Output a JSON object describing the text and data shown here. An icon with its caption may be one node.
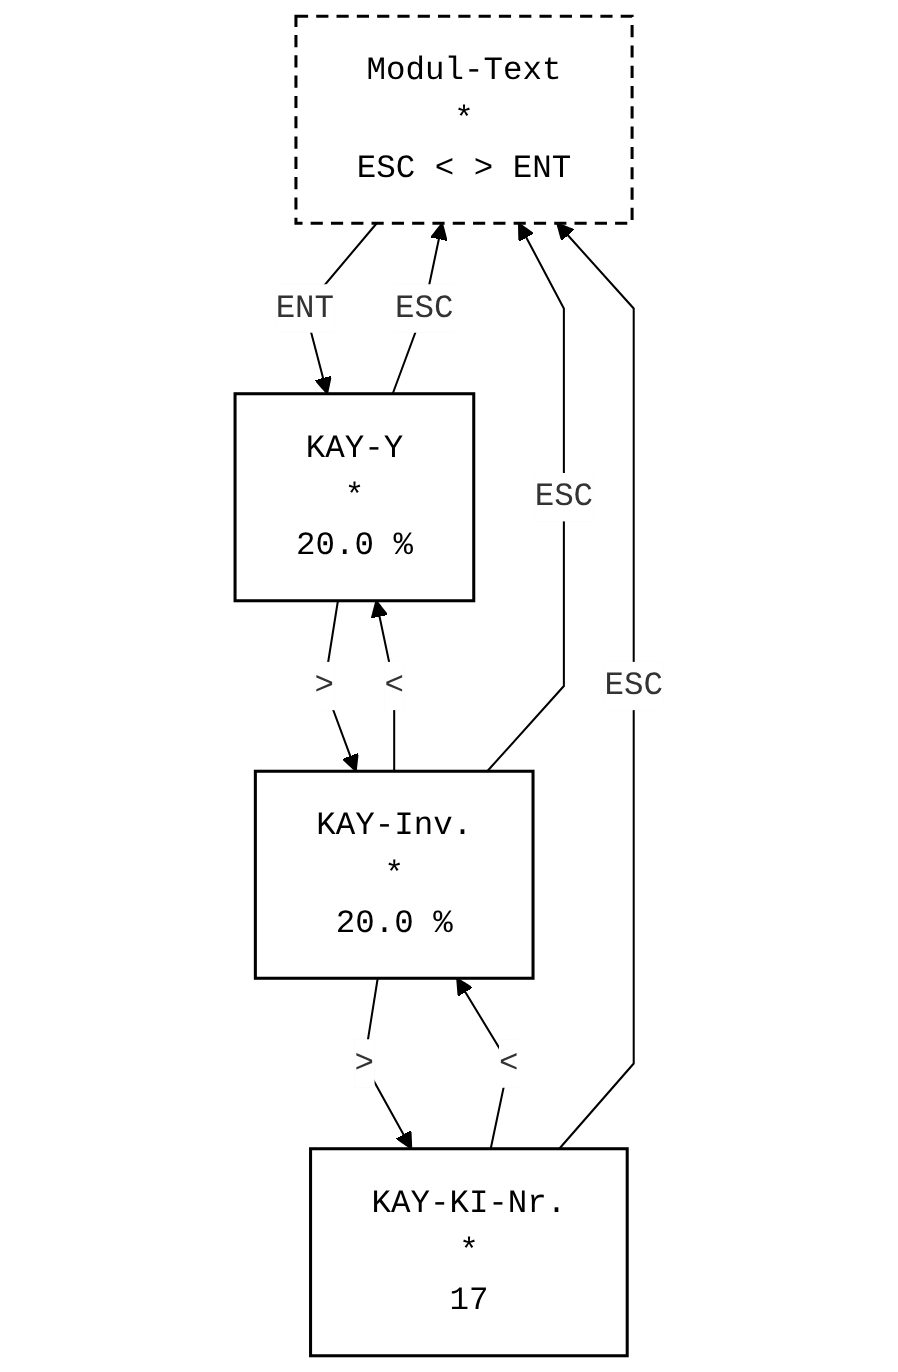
{
  "diagram": {
    "nodes": [
      {
        "text": [
          "Modul-Text",
          "*",
          "ESC < > ENT"
        ]
      },
      {
        "text": [
          "KAY-Y",
          "*",
          "20.0 %"
        ]
      },
      {
        "text": [
          "KAY-Inv.",
          "*",
          "20.0 %"
        ]
      },
      {
        "text": [
          "KAY-KI-Nr.",
          "*",
          "17"
        ]
      }
    ],
    "edges": [
      {
        "from": 0,
        "to": 1,
        "arrow": "to",
        "label": "ENT"
      },
      {
        "from": 1,
        "to": 2,
        "arrow": "to",
        "label": ">"
      },
      {
        "from": 2,
        "to": 1,
        "arrow": "to",
        "label": "<"
      },
      {
        "from": 2,
        "to": 3,
        "arrow": "to",
        "label": ">"
      },
      {
        "from": 3,
        "to": 2,
        "arrow": "to",
        "label": "<"
      },
      {
        "from": 1,
        "to": 0,
        "arrow": "to",
        "label": "ESC"
      },
      {
        "from": 2,
        "to": 0,
        "arrow": "to",
        "label": "ESC"
      },
      {
        "from": 3,
        "to": 0,
        "arrow": "to",
        "label": "ESC"
      }
    ]
  }
}
